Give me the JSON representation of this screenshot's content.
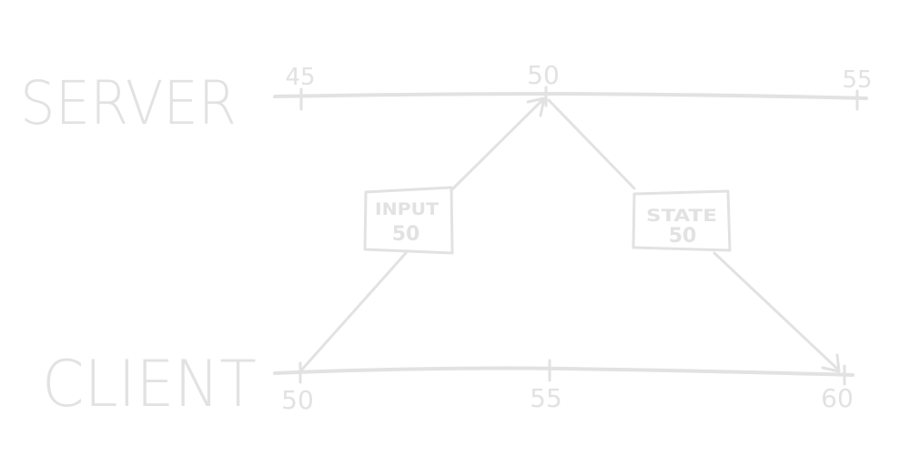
{
  "colors": {
    "stroke": "#e2e2e2",
    "text": "#e2e2e2",
    "background": "#ffffff"
  },
  "server": {
    "label": "SERVER",
    "ticks": [
      "45",
      "50",
      "55"
    ]
  },
  "client": {
    "label": "CLIENT",
    "ticks": [
      "50",
      "55",
      "60"
    ]
  },
  "input_box": {
    "line1": "INPUT",
    "line2": "50"
  },
  "state_box": {
    "line1": "STATE",
    "line2": "50"
  }
}
